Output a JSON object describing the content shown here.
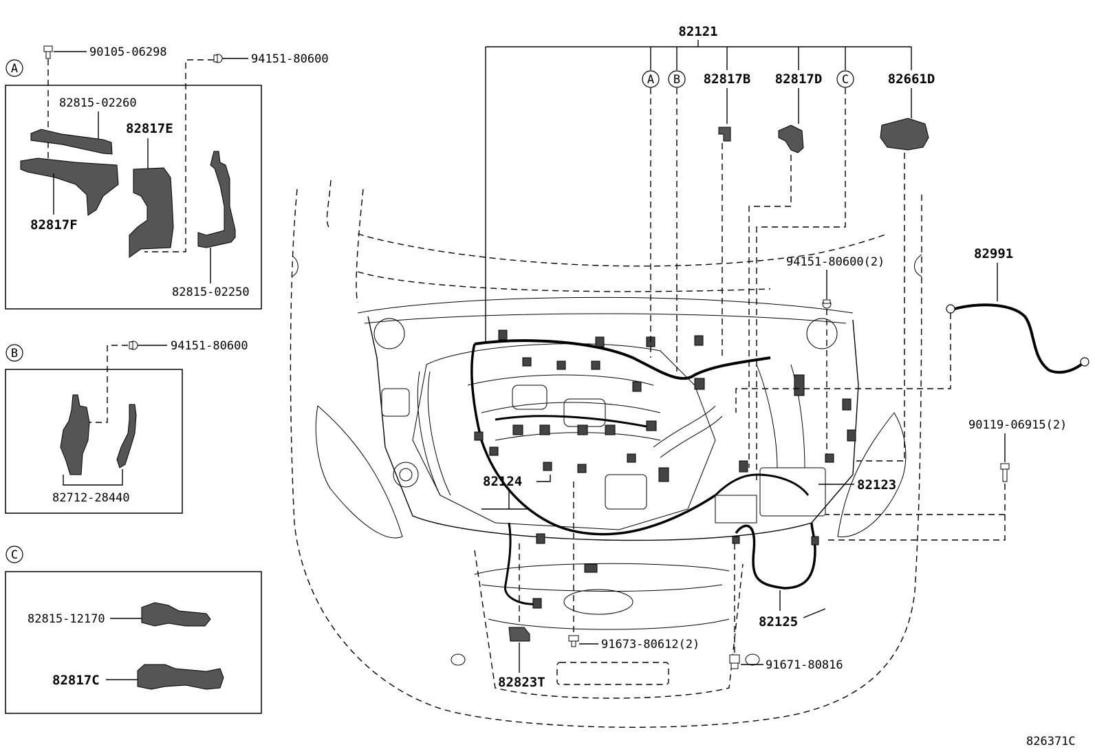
{
  "callouts": {
    "group_a": "A",
    "group_b": "B",
    "group_c": "C"
  },
  "labels": {
    "p82121": "82121",
    "p82817B": "82817B",
    "p82817D": "82817D",
    "p82661D": "82661D",
    "p94151_80600_2": "94151-80600(2)",
    "p82991": "82991",
    "p90119_06915_2": "90119-06915(2)",
    "p82124": "82124",
    "p82123": "82123",
    "p82125": "82125",
    "p91673_80612_2": "91673-80612(2)",
    "p91671_80816": "91671-80816",
    "p82823T": "82823T",
    "a_90105_06298": "90105-06298",
    "a_94151_80600": "94151-80600",
    "a_82815_02260": "82815-02260",
    "a_82817E": "82817E",
    "a_82817F": "82817F",
    "a_82815_02250": "82815-02250",
    "b_94151_80600": "94151-80600",
    "b_82712_28440": "82712-28440",
    "c_82815_12170": "82815-12170",
    "c_82817C": "82817C"
  },
  "footer": {
    "diagram_id": "826371C"
  }
}
